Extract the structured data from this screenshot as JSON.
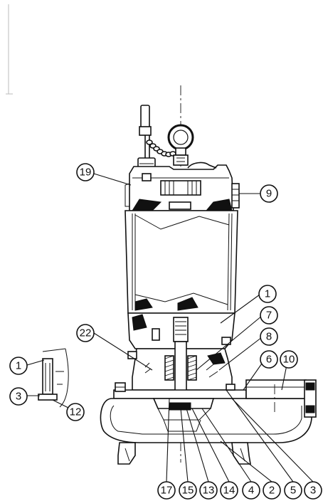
{
  "diagram": {
    "callouts": {
      "main_19": "19",
      "main_9": "9",
      "main_1": "1",
      "main_7": "7",
      "main_8": "8",
      "main_22": "22",
      "main_6": "6",
      "main_10": "10",
      "bottom_17": "17",
      "bottom_15": "15",
      "bottom_13": "13",
      "bottom_14": "14",
      "bottom_4": "4",
      "bottom_2": "2",
      "bottom_5": "5",
      "bottom_3": "3",
      "detail_1": "1",
      "detail_3": "3",
      "detail_12": "12"
    }
  }
}
